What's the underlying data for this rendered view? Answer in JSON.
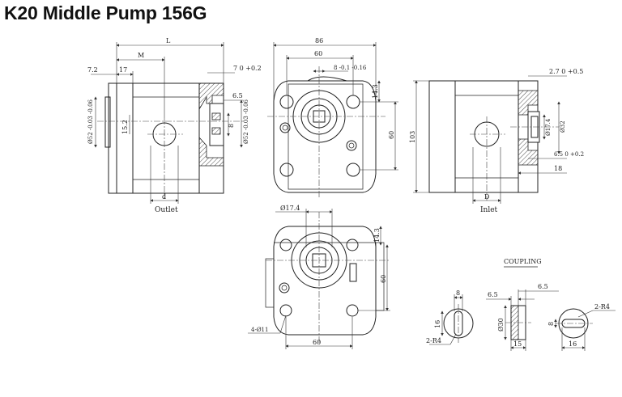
{
  "title": "K20 Middle Pump 156G",
  "side_view": {
    "dim_L": "L",
    "dim_M": "M",
    "dim_7_2": "7.2",
    "dim_17": "17",
    "dim_7_0_2": "7 0 +0.2",
    "dim_6_5": "6.5",
    "dim_8": "8",
    "dim_dia52_left": "Ø52 -0.03 -0.06",
    "dim_15_2": "15.2",
    "dim_dia52_right": "Ø52 -0.03 -0.06",
    "dim_d": "d",
    "label_outlet": "Outlet"
  },
  "front_view": {
    "dim_86": "86",
    "dim_60_top": "60",
    "dim_8_tol": "8 -0.1 -0.16",
    "dim_14_3": "14.3",
    "dim_60_side": "60"
  },
  "right_view": {
    "dim_103": "103",
    "dim_2_7": "2.7 0 +0.5",
    "dim_dia17_4": "Ø17.4",
    "dim_dia32": "Ø32",
    "dim_6_5": "6.5 0 +0.2",
    "dim_18": "18",
    "dim_D": "D",
    "label_inlet": "Inlet"
  },
  "bottom_view": {
    "dim_dia17_4": "Ø17.4",
    "dim_14_3": "14.3",
    "dim_60_side": "60",
    "dim_4_dia11": "4-Ø11",
    "dim_60_bottom": "60"
  },
  "coupling": {
    "label": "COUPLING",
    "dim_8_top": "8",
    "dim_16_left": "16",
    "dim_2_R4_left": "2-R4",
    "dim_6_5_a": "6.5",
    "dim_6_5_b": "6.5",
    "dim_dia30": "Ø30",
    "dim_15": "15",
    "dim_2_R4_right": "2-R4",
    "dim_8_right": "8",
    "dim_16_right": "16"
  }
}
